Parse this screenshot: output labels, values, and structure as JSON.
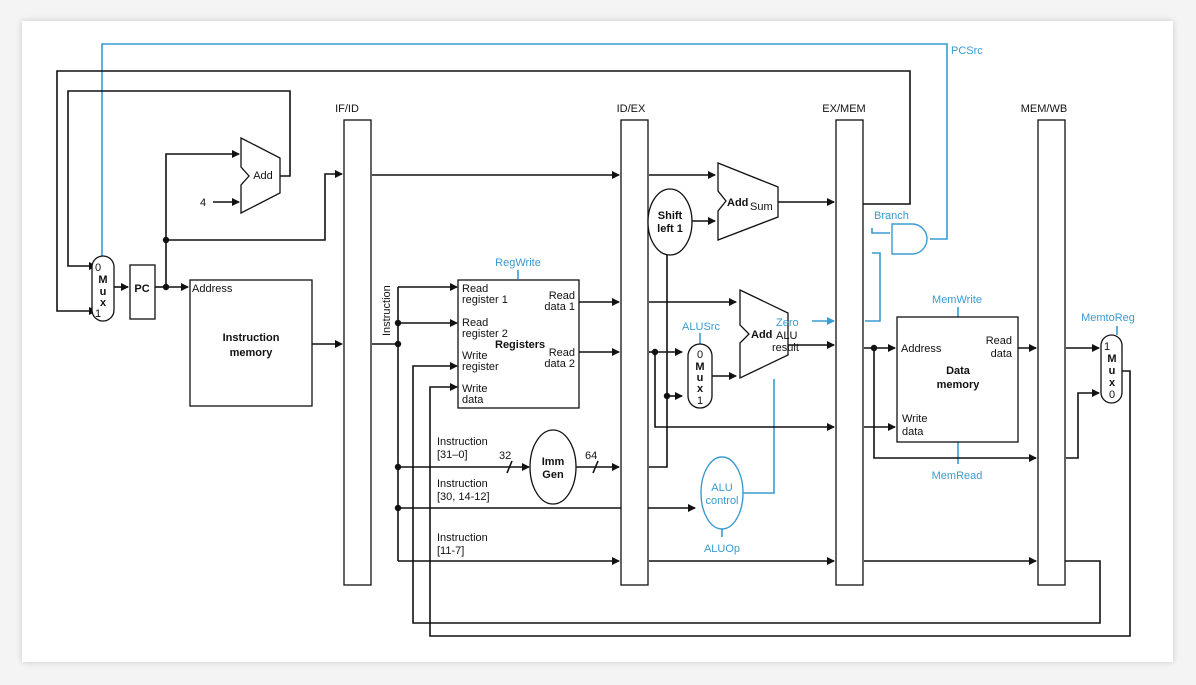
{
  "colors": {
    "control": "#3a9bd0",
    "datapath": "#111111",
    "background": "#ffffff"
  },
  "pipeline_registers": {
    "if_id": "IF/ID",
    "id_ex": "ID/EX",
    "ex_mem": "EX/MEM",
    "mem_wb": "MEM/WB"
  },
  "control": {
    "pcsrc": "PCSrc",
    "regwrite": "RegWrite",
    "alusrc": "ALUSrc",
    "zero": "Zero",
    "branch": "Branch",
    "memwrite": "MemWrite",
    "memread": "MemRead",
    "memtoreg": "MemtoReg",
    "aluop": "ALUOp"
  },
  "pc": {
    "label": "PC"
  },
  "pc_mux": {
    "in0": "0",
    "m": "M",
    "u": "u",
    "x": "x",
    "in1": "1"
  },
  "adder_pc": {
    "label": "Add",
    "const": "4"
  },
  "instr_mem": {
    "address": "Address",
    "line1": "Instruction",
    "line2": "memory"
  },
  "instruction_label": "Instruction",
  "registers": {
    "title": "Registers",
    "rr1a": "Read",
    "rr1b": "register 1",
    "rr2a": "Read",
    "rr2b": "register 2",
    "wra": "Write",
    "wrb": "register",
    "wda": "Write",
    "wdb": "data",
    "rd1a": "Read",
    "rd1b": "data 1",
    "rd2a": "Read",
    "rd2b": "data 2"
  },
  "fields": {
    "f1a": "Instruction",
    "f1b": "[31–0]",
    "f2a": "Instruction",
    "f2b": "[30, 14-12]",
    "f3a": "Instruction",
    "f3b": "[11-7]",
    "w32": "32",
    "w64": "64"
  },
  "imm_gen": {
    "line1": "Imm",
    "line2": "Gen"
  },
  "shift": {
    "line1": "Shift",
    "line2": "left 1"
  },
  "branch_adder": {
    "label": "Add",
    "sum": "Sum"
  },
  "alu_mux": {
    "in0": "0",
    "m": "M",
    "u": "u",
    "x": "x",
    "in1": "1"
  },
  "alu": {
    "label": "Add",
    "zero": "Zero",
    "res1": "ALU",
    "res2": "result"
  },
  "alu_control": {
    "line1": "ALU",
    "line2": "control"
  },
  "data_mem": {
    "address": "Address",
    "rda": "Read",
    "rdb": "data",
    "line1": "Data",
    "line2": "memory",
    "wda": "Write",
    "wdb": "data"
  },
  "wb_mux": {
    "in1": "1",
    "m": "M",
    "u": "u",
    "x": "x",
    "in0": "0"
  }
}
